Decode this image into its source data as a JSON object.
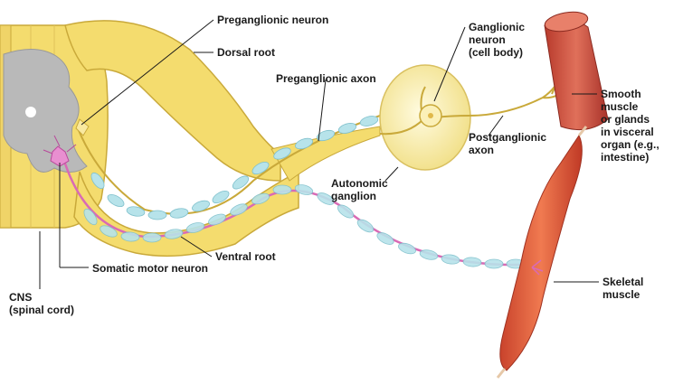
{
  "labels": {
    "preganglionic_neuron": "Preganglionic neuron",
    "dorsal_root": "Dorsal root",
    "preganglionic_axon": "Preganglionic axon",
    "ganglionic_neuron": "Ganglionic\nneuron\n(cell body)",
    "smooth_muscle": "Smooth\nmuscle\nor glands\nin visceral\norgan (e.g.,\nintestine)",
    "postganglionic_axon": "Postganglionic\naxon",
    "autonomic_ganglion": "Autonomic\nganglion",
    "ventral_root": "Ventral root",
    "somatic_motor_neuron": "Somatic motor neuron",
    "cns": "CNS\n(spinal cord)",
    "skeletal_muscle": "Skeletal\nmuscle"
  },
  "colors": {
    "nerve_yellow": "#f4dc6e",
    "nerve_outline": "#c9a93a",
    "gray_matter": "#b9b9b9",
    "myelin_blue": "#b7e3ea",
    "axon_pink": "#d96ab5",
    "muscle_red": "#d9573a",
    "ganglion": "#fbf0b8"
  }
}
